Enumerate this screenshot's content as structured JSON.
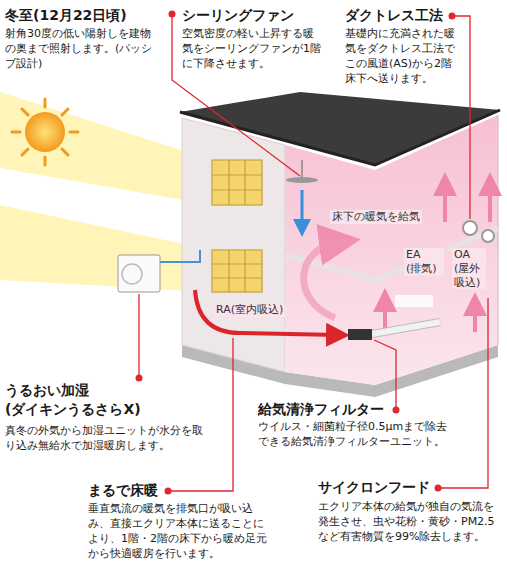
{
  "diagram": {
    "labels": [
      "冬至(12月22日頃)",
      "射角30度の低い陽射しを建物の奥まで照射します。(パッシブ設計)",
      "シーリングファン",
      "空気密度の軽い上昇する暖気をシーリングファンが1階に下降させます。",
      "ダクトレス工法",
      "基礎内に充満された暖気をダクトレス工法でこの風道(AS)から2階床下へ送ります。",
      "床下の暖気を給気",
      "EA (排気)",
      "OA (屋外吸込)",
      "RA(室内吸込)",
      "うるおい加湿 (ダイキンうるさらX)",
      "真冬の外気から加湿ユニットが水分を取り込み無給水で加湿暖房します。",
      "給気清浄フィルター",
      "ウイルス・細菌粒子径0.5μmまで除去できる給気清浄フィルターユニット。",
      "まるで床暖",
      "垂直気流の暖気を排気口が吸い込み、直接エクリア本体に送ることにより、1階・2階の床下から暖め足元から快適暖房を行います。",
      "サイクロンフード",
      "エクリア本体の給気が独自の気流を発生させ、虫や花粉・黄砂・PM2.5など有害物質を99%除去します。"
    ]
  }
}
